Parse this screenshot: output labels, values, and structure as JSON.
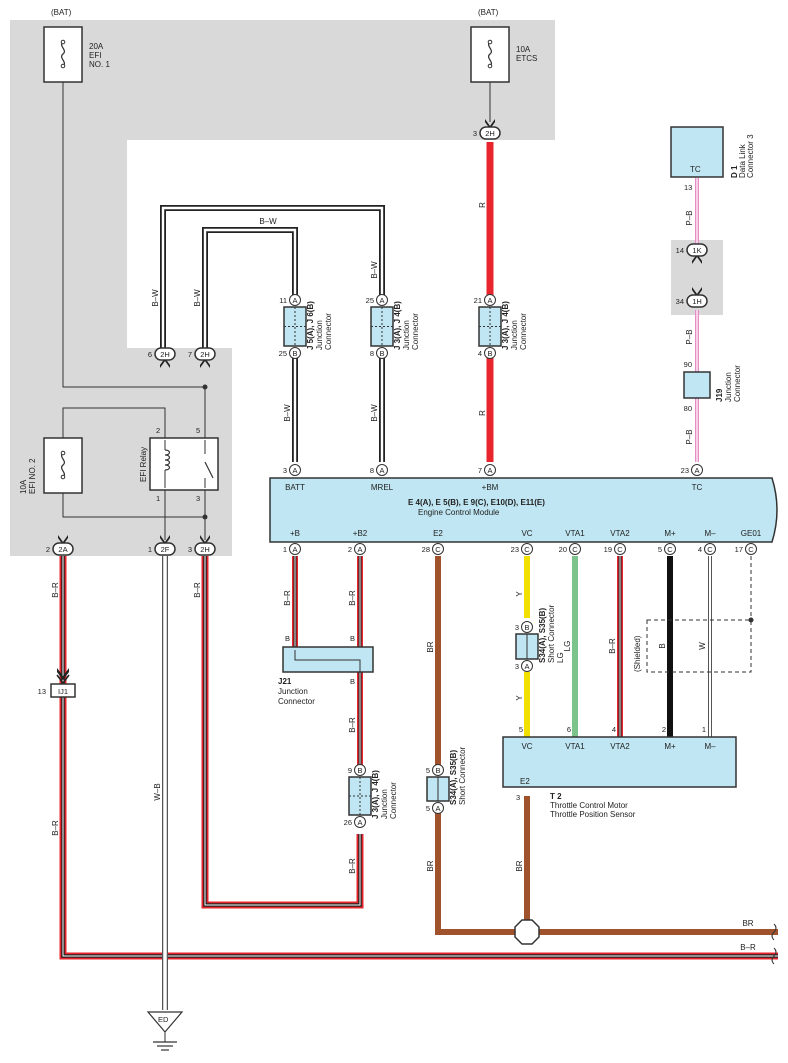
{
  "fuses": {
    "efi1": {
      "source": "(BAT)",
      "rating": "20A",
      "name1": "EFI",
      "name2": "NO. 1"
    },
    "etcs": {
      "source": "(BAT)",
      "rating": "10A",
      "name1": "ETCS"
    },
    "efi2": {
      "rating": "10A",
      "name1": "EFI NO. 2"
    }
  },
  "relay": {
    "name": "EFI Relay",
    "pins": {
      "p2": "2",
      "p5": "5",
      "p1": "1",
      "p3": "3"
    }
  },
  "dlc": {
    "id": "D 1",
    "name1": "Data Link",
    "name2": "Connector 3",
    "terminal": "TC",
    "pin": "13"
  },
  "junctions": {
    "j5j6": {
      "id": "J 5(A), J 6(B)",
      "name1": "Junction",
      "name2": "Connector",
      "top_pin": "11",
      "top_letter": "A",
      "bot_pin": "25",
      "bot_letter": "B"
    },
    "j3j4_mrel": {
      "id": "J 3(A), J 4(B)",
      "name1": "Junction",
      "name2": "Connector",
      "top_pin": "25",
      "top_letter": "A",
      "bot_pin": "8",
      "bot_letter": "B"
    },
    "j3j4_bm": {
      "id": "J 3(A), J 4(B)",
      "name1": "Junction",
      "name2": "Connector",
      "top_pin": "21",
      "top_letter": "A",
      "bot_pin": "4",
      "bot_letter": "B"
    },
    "j19": {
      "id": "J19",
      "name1": "Junction",
      "name2": "Connector",
      "top_pin": "90",
      "bot_pin": "80"
    },
    "j21": {
      "id": "J21",
      "name1": "Junction",
      "name2": "Connector",
      "left_letter": "B",
      "right_letter": "B",
      "bot_letter": "B"
    },
    "j3j4_low": {
      "id": "J 3(A), J 4(B)",
      "name1": "Junction",
      "name2": "Connector",
      "top_pin": "9",
      "top_letter": "B",
      "bot_pin": "26",
      "bot_letter": "A"
    },
    "s34_e2": {
      "id": "S34(A), S35(B)",
      "name1": "Short Connector",
      "top_pin": "5",
      "top_letter": "B",
      "bot_pin": "5",
      "bot_letter": "A"
    },
    "s34_vc": {
      "id": "S34(A), S35(B)",
      "name1": "Short Connector",
      "name2": "LG",
      "top_pin": "3",
      "top_letter": "B",
      "bot_pin": "3",
      "bot_letter": "A"
    }
  },
  "connectors": {
    "c2h_top": {
      "pin": "3",
      "code": "2H"
    },
    "c1k": {
      "pin": "14",
      "code": "1K"
    },
    "c1h": {
      "pin": "34",
      "code": "1H"
    },
    "c2h_a": {
      "pin": "6",
      "code": "2H"
    },
    "c2h_b": {
      "pin": "7",
      "code": "2H"
    },
    "c2a": {
      "pin": "2",
      "code": "2A"
    },
    "c2f": {
      "pin": "1",
      "code": "2F"
    },
    "c2h_c": {
      "pin": "3",
      "code": "2H"
    },
    "ij1": {
      "pin": "13",
      "code": "IJ1"
    }
  },
  "ecm": {
    "title": "E 4(A), E 5(B), E 9(C), E10(D), E11(E)",
    "subtitle": "Engine Control Module",
    "top_pins": [
      {
        "num": "3",
        "letter": "A",
        "name": "BATT"
      },
      {
        "num": "8",
        "letter": "A",
        "name": "MREL"
      },
      {
        "num": "7",
        "letter": "A",
        "name": "+BM"
      },
      {
        "num": "23",
        "letter": "A",
        "name": "TC"
      }
    ],
    "bottom_pins": [
      {
        "num": "1",
        "letter": "A",
        "name": "+B"
      },
      {
        "num": "2",
        "letter": "A",
        "name": "+B2"
      },
      {
        "num": "28",
        "letter": "C",
        "name": "E2"
      },
      {
        "num": "23",
        "letter": "C",
        "name": "VC"
      },
      {
        "num": "20",
        "letter": "C",
        "name": "VTA1"
      },
      {
        "num": "19",
        "letter": "C",
        "name": "VTA2"
      },
      {
        "num": "5",
        "letter": "C",
        "name": "M+"
      },
      {
        "num": "4",
        "letter": "C",
        "name": "M–"
      },
      {
        "num": "17",
        "letter": "C",
        "name": "GE01"
      }
    ]
  },
  "sensor": {
    "id": "T 2",
    "name1": "Throttle Control Motor",
    "name2": "Throttle Position Sensor",
    "pins": [
      {
        "num": "5",
        "name": "VC"
      },
      {
        "num": "6",
        "name": "VTA1"
      },
      {
        "num": "4",
        "name": "VTA2"
      },
      {
        "num": "2",
        "name": "M+"
      },
      {
        "num": "1",
        "name": "M–"
      }
    ],
    "e2_name": "E2",
    "e2_pin": "3"
  },
  "shielded": "(Shielded)",
  "ground": "ED",
  "wire_colors": {
    "bw": "B–W",
    "r": "R",
    "pb": "P–B",
    "br": "B–R",
    "wb": "W–B",
    "brown": "BR",
    "y": "Y",
    "lg": "LG",
    "b": "B",
    "w": "W"
  },
  "colors": {
    "red": "#e8242c",
    "brown": "#a0522d",
    "yellow": "#f2e000",
    "green": "#7cc48c",
    "pink": "#e88cc8",
    "component_fill": "#bfe6f2",
    "shade": "#d9d9d9"
  }
}
